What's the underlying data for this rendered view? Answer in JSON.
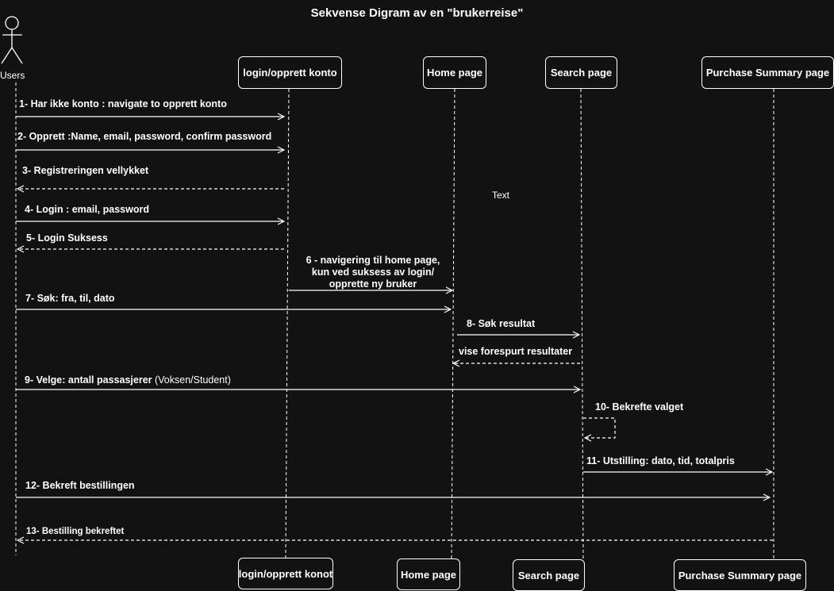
{
  "title": "Sekvense Digram av en \"brukerreise\"",
  "actor": {
    "label": "Users"
  },
  "participants_top": [
    "login/opprett konto",
    "Home page",
    "Search page",
    "Purchase Summary page"
  ],
  "participants_bottom": [
    "login/opprett konot",
    "Home page",
    "Search page",
    "Purchase Summary page"
  ],
  "messages": {
    "m1": "1- Har ikke konto : navigate to opprett konto",
    "m2": "2- Opprett :Name, email, password, confirm password",
    "m3": "3- Registreringen vellykket",
    "m4": "4- Login : email, password",
    "m5": "5- Login Suksess",
    "m6": "6 - navigering til home page,\nkun ved suksess av login/\nopprette ny bruker",
    "m7": "7- Søk: fra, til, dato",
    "m8": "8- Søk resultat",
    "m8b": "vise forespurt resultater",
    "m9": "9- Velge: antall passasjerer",
    "m9_note": "(Voksen/Student)",
    "m10": "10- Bekrefte valget",
    "m11": "11-  Utstilling: dato, tid,  totalpris",
    "m12": "12- Bekreft bestillingen",
    "m13": "13- Bestilling bekreftet"
  },
  "free_text": "Text",
  "colors": {
    "background": "#121212",
    "foreground": "#ffffff"
  }
}
